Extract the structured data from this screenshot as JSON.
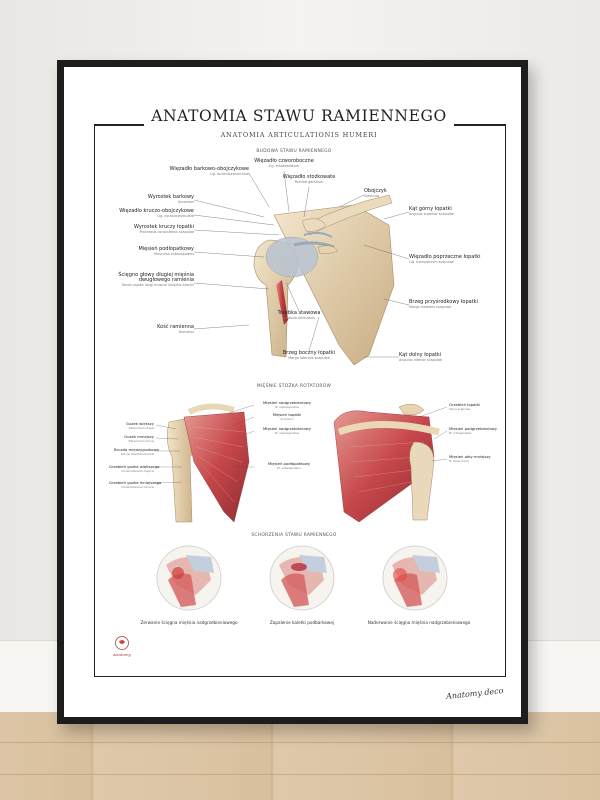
{
  "poster": {
    "title": "ANATOMIA STAWU RAMIENNEGO",
    "subtitle": "ANATOMIA ARTICULATIONIS HUMERI",
    "signature": "Anatomy deco",
    "logo_text": "Anatomy"
  },
  "sections": {
    "budowa": "BUDOWA STAWU RAMIENNEGO",
    "rotator": "MIĘŚNIE STOŻKA ROTATORÓW",
    "schorzenia": "SCHORZENIA STAWU RAMIENNEGO"
  },
  "labels_left": [
    {
      "pl": "Więzadło barkowo-obojczykowe",
      "la": "Lig. acromioclaviculare"
    },
    {
      "pl": "Wyrostek barkowy",
      "la": "Acromion"
    },
    {
      "pl": "Więzadło kruczo-obojczykowe",
      "la": "Lig. coracoclaviculare"
    },
    {
      "pl": "Wyrostek kruczy łopatki",
      "la": "Processus coracoideus scapulae"
    },
    {
      "pl": "Mięsień podłopatkowy",
      "la": "Musculus subscapularis"
    },
    {
      "pl": "Ścięgno głowy długiej mięśnia",
      "la": ""
    },
    {
      "pl": "dwugłowego ramienia",
      "la": "Tendo capitis longi musculi bicipitis brachii"
    },
    {
      "pl": "Kość ramienna",
      "la": "Humerus"
    }
  ],
  "labels_top": [
    {
      "pl": "Więzadło czworoboczne",
      "la": "Lig. trapezoideum"
    },
    {
      "pl": "Więzadło stożkowate",
      "la": "Pectine ganthum"
    },
    {
      "pl": "Obojczyk",
      "la": "Clavicula"
    }
  ],
  "labels_right": [
    {
      "pl": "Kąt górny łopatki",
      "la": "Angulus superior scapulae"
    },
    {
      "pl": "Więzadło poprzeczne łopatki",
      "la": "Lig. transversum scapulae"
    },
    {
      "pl": "Brzeg przyśrodkowy łopatki",
      "la": "Margo medialis scapulae"
    },
    {
      "pl": "Kąt dolny łopatki",
      "la": "Angulus inferior scapulae"
    }
  ],
  "labels_bottom": [
    {
      "pl": "Torebka stawowa",
      "la": "Capsula articularis"
    },
    {
      "pl": "Brzeg boczny łopatki",
      "la": "Margo lateralis scapulae"
    }
  ],
  "rotator_left": [
    {
      "pl": "Guzek większy",
      "la": "Tuberculum majus"
    },
    {
      "pl": "Guzek mniejszy",
      "la": "Tuberculum minus"
    },
    {
      "pl": "Bruzda międzyguzkowa",
      "la": "Sulcus intertubercularis"
    },
    {
      "pl": "Grzebień guzka większego",
      "la": "Crista tuberculi majoris"
    },
    {
      "pl": "Grzebień guzka mniejszego",
      "la": "Crista tuberculi minoris"
    }
  ],
  "rotator_mid": [
    {
      "pl": "Mięsień nadgrzebieniowy",
      "la": "M. supraspinatus"
    },
    {
      "pl": "Mięsień łopatki",
      "la": "Acromion"
    },
    {
      "pl": "Mięsień nadgrzebieniowy",
      "la": "M. supraspinatus"
    },
    {
      "pl": "Mięsień podłopatkowy",
      "la": "M. subscapularis"
    }
  ],
  "rotator_right": [
    {
      "pl": "Grzebień łopatki",
      "la": "Spina scapulae"
    },
    {
      "pl": "Mięsień podgrzebieniowy",
      "la": "M. infraspinatus"
    },
    {
      "pl": "Mięsień obły mniejszy",
      "la": "M. teres minor"
    }
  ],
  "conditions": [
    "Zerwanie ścięgna mięśnia nadgrzebieniowego",
    "Zapalenie kaletki podbarkowej",
    "Naderwanie ścięgna mięśnia nadgrzebieniowego"
  ],
  "colors": {
    "bone": "#e8d7b9",
    "muscle": "#c7484a",
    "ligament": "#b9c4d2",
    "frame": "#1d1d1d"
  }
}
